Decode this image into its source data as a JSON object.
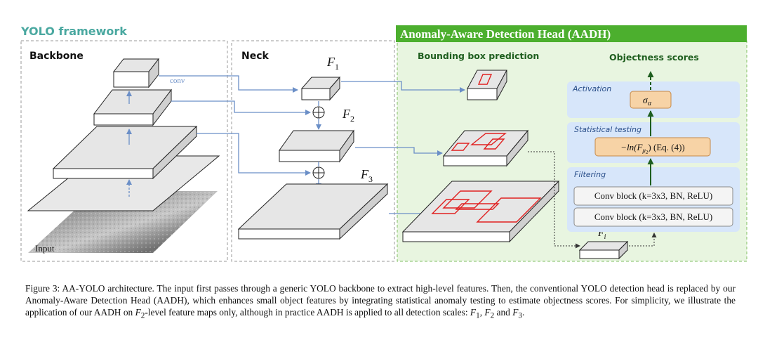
{
  "framework_title": "YOLO framework",
  "backbone": {
    "title": "Backbone",
    "conv_label": "conv",
    "input_label": "Input"
  },
  "neck": {
    "title": "Neck",
    "f1": "F",
    "f1_sub": "1",
    "f2": "F",
    "f2_sub": "2",
    "f3": "F",
    "f3_sub": "3"
  },
  "aadh": {
    "title": "Anomaly-Aware Detection Head (AADH)",
    "bbox_title": "Bounding box prediction",
    "obj_title": "Objectness scores",
    "activation": {
      "label": "Activation",
      "sigma": "σ",
      "sigma_sub": "α"
    },
    "stat_testing": {
      "label": "Statistical testing",
      "expr_prefix": "−ln(F",
      "expr_sub": "μ",
      "expr_subsub": "2",
      "expr_suffix": ")  (Eq. (4))"
    },
    "filtering": {
      "label": "Filtering",
      "conv1": "Conv block (k=3x3, BN, ReLU)",
      "conv2": "Conv block (k=3x3, BN, ReLU)"
    },
    "fi": "F",
    "fi_sub": "i"
  },
  "colors": {
    "green_header": "#4caf2e",
    "green_bg": "#e8f5e0",
    "blue_panel": "#d7e6fa",
    "orange_box": "#f7d3a6",
    "red_box": "#e02020",
    "arrow_blue": "#6b8fc7",
    "arrow_green": "#1e5e1e",
    "yolo_title": "#4aa8a0"
  },
  "caption": {
    "p1": "Figure 3: AA-YOLO architecture. The input first passes through a generic YOLO backbone to extract high-level features. Then, the conventional YOLO detection head is replaced by our Anomaly-Aware Detection Head (AADH), which enhances small object features by integrating statistical anomaly testing to estimate objectness scores. For simplicity, we illustrate the application of our AADH on ",
    "f2": "F",
    "f2_sub": "2",
    "p2": "-level feature maps only, although in practice AADH is applied to all detection scales: ",
    "s1": "F",
    "s1_sub": "1",
    "sep1": ", ",
    "s2": "F",
    "s2_sub": "2",
    "sep2": " and ",
    "s3": "F",
    "s3_sub": "3",
    "end": "."
  }
}
